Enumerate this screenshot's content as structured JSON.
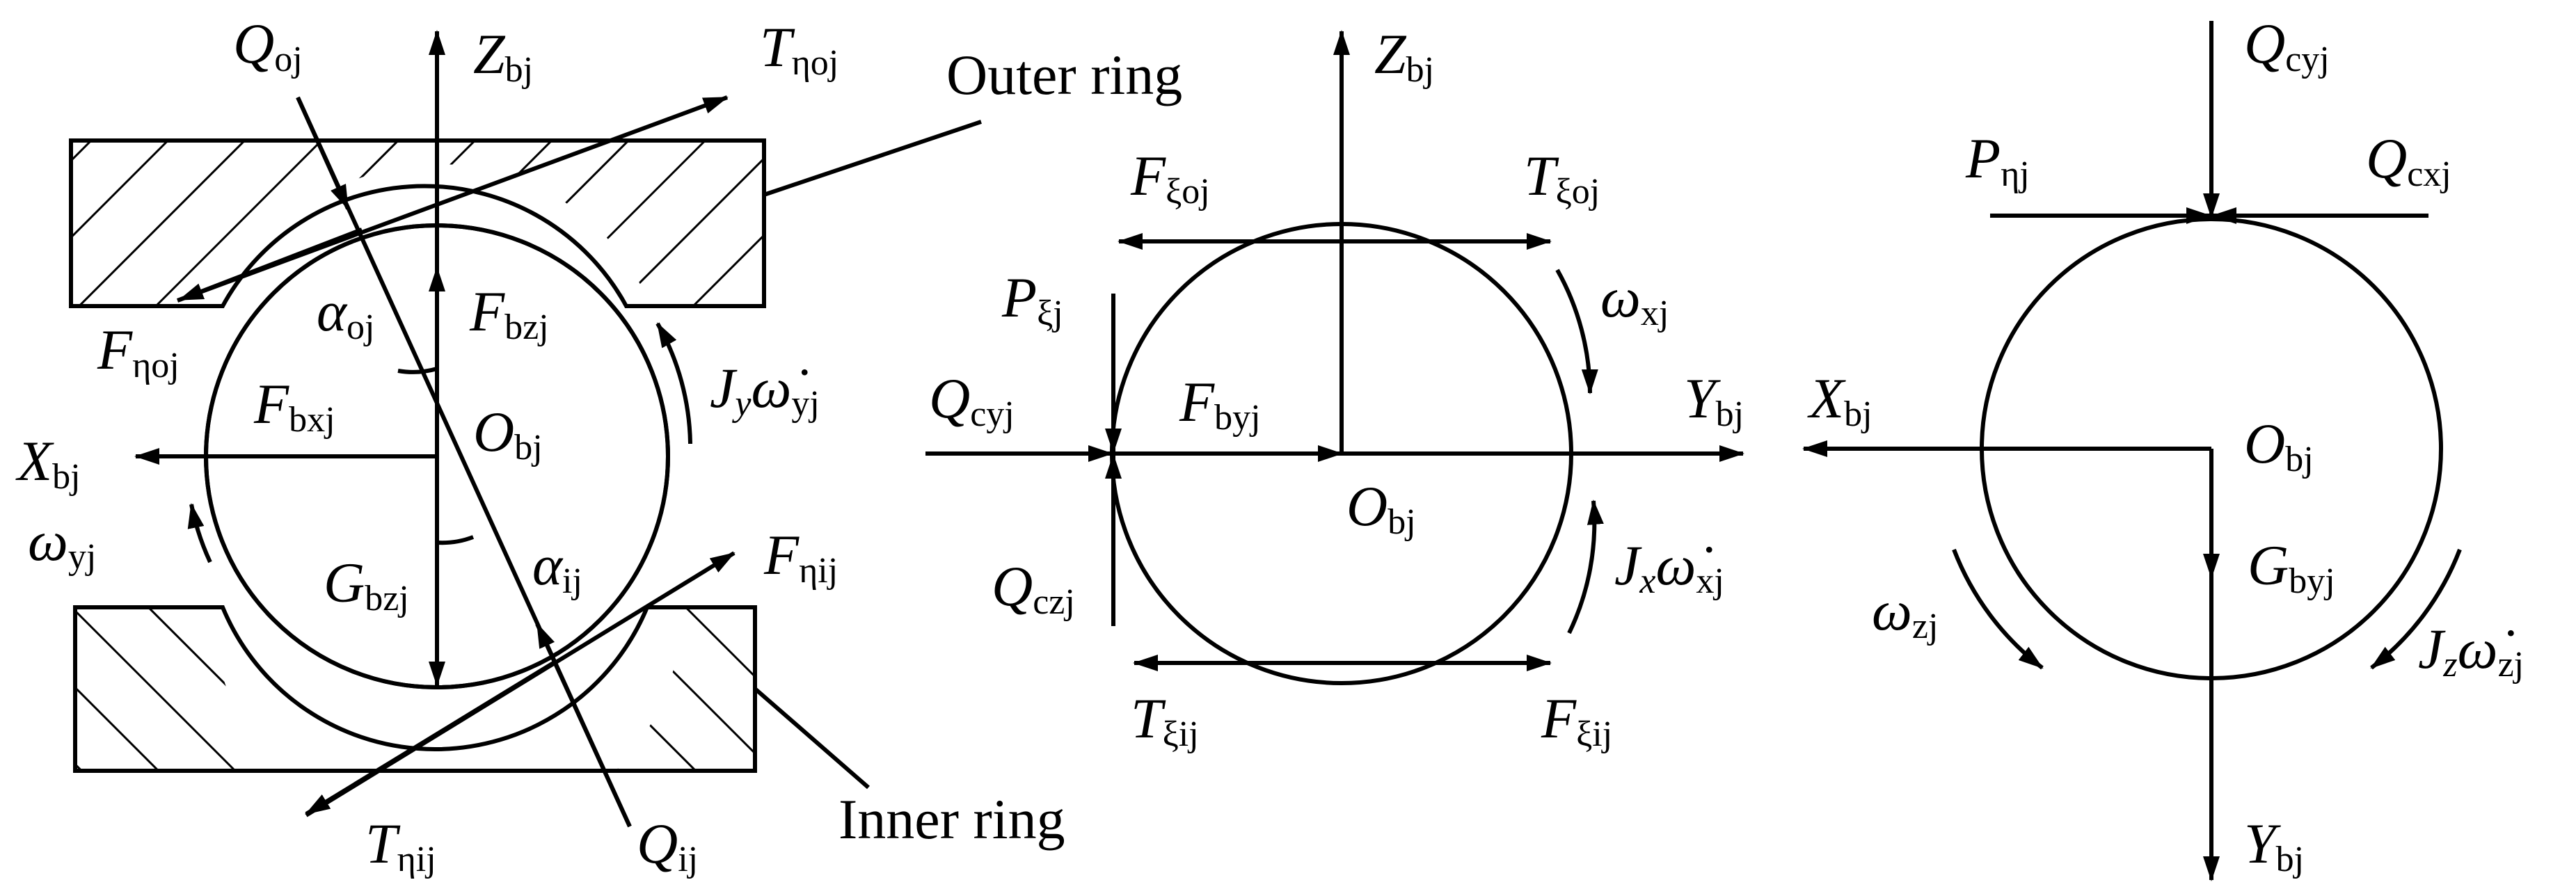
{
  "panel_left": {
    "ring_labels": {
      "outer": "Outer ring",
      "inner": "Inner ring"
    },
    "symbols": {
      "Q_oj": {
        "main": "Q",
        "sub": "oj"
      },
      "Z_bj": {
        "main": "Z",
        "sub": "bj"
      },
      "T_etaoj": {
        "main": "T",
        "sub": "ηoj"
      },
      "F_etaoj": {
        "main": "F",
        "sub": "ηoj"
      },
      "alpha_oj": {
        "main": "α",
        "sub": "oj"
      },
      "F_bzj": {
        "main": "F",
        "sub": "bzj"
      },
      "F_bxj": {
        "main": "F",
        "sub": "bxj"
      },
      "X_bj": {
        "main": "X",
        "sub": "bj"
      },
      "O_bj": {
        "main": "O",
        "sub": "bj"
      },
      "J_omega_yj": {
        "main": "J",
        "mid": "y",
        "omega": "ω̇",
        "sub": "yj"
      },
      "omega_yj": {
        "main": "ω",
        "sub": "yj"
      },
      "G_bzj": {
        "main": "G",
        "sub": "bzj"
      },
      "alpha_ij": {
        "main": "α",
        "sub": "ij"
      },
      "F_etaij": {
        "main": "F",
        "sub": "ηij"
      },
      "T_etaij": {
        "main": "T",
        "sub": "ηij"
      },
      "Q_ij": {
        "main": "Q",
        "sub": "ij"
      }
    }
  },
  "panel_middle": {
    "symbols": {
      "Z_bj": {
        "main": "Z",
        "sub": "bj"
      },
      "F_xioj": {
        "main": "F",
        "sub": "ξoj"
      },
      "T_xioj": {
        "main": "T",
        "sub": "ξoj"
      },
      "P_xij": {
        "main": "P",
        "sub": "ξj"
      },
      "omega_xj": {
        "main": "ω",
        "sub": "xj"
      },
      "Q_cyj": {
        "main": "Q",
        "sub": "cyj"
      },
      "F_byj": {
        "main": "F",
        "sub": "byj"
      },
      "Y_bj": {
        "main": "Y",
        "sub": "bj"
      },
      "O_bj": {
        "main": "O",
        "sub": "bj"
      },
      "Q_czj": {
        "main": "Q",
        "sub": "czj"
      },
      "J_omega_xj": {
        "main": "J",
        "mid": "x",
        "omega": "ω̇",
        "sub": "xj"
      },
      "T_xiij": {
        "main": "T",
        "sub": "ξij"
      },
      "F_xiij": {
        "main": "F",
        "sub": "ξij"
      }
    }
  },
  "panel_right": {
    "symbols": {
      "Q_cyj": {
        "main": "Q",
        "sub": "cyj"
      },
      "P_etaj": {
        "main": "P",
        "sub": "ηj"
      },
      "Q_cxj": {
        "main": "Q",
        "sub": "cxj"
      },
      "X_bj": {
        "main": "X",
        "sub": "bj"
      },
      "O_bj": {
        "main": "O",
        "sub": "bj"
      },
      "G_byj": {
        "main": "G",
        "sub": "byj"
      },
      "omega_zj": {
        "main": "ω",
        "sub": "zj"
      },
      "J_omega_zj": {
        "main": "J",
        "mid": "z",
        "omega": "ω̇",
        "sub": "zj"
      },
      "Y_bj": {
        "main": "Y",
        "sub": "bj"
      }
    }
  }
}
